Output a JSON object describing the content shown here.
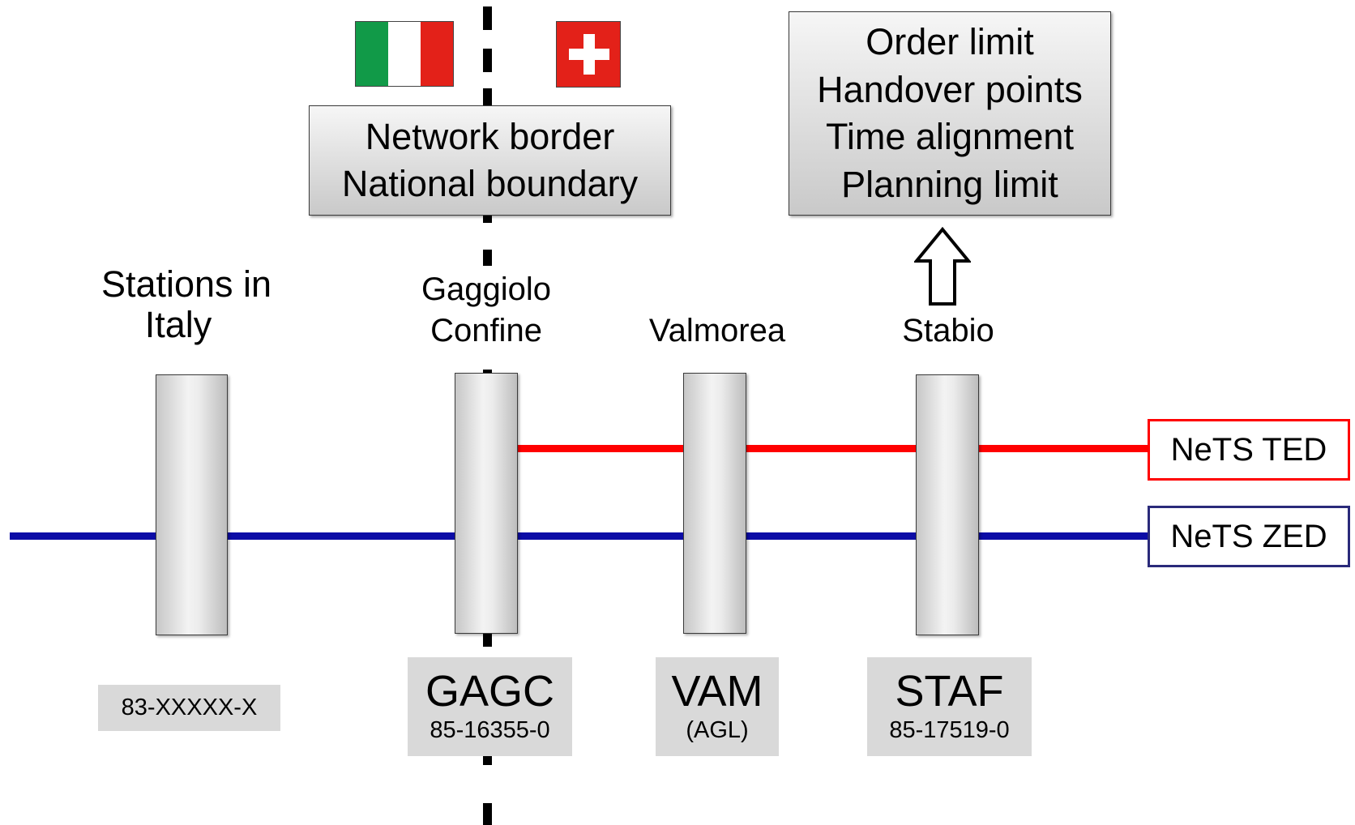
{
  "network_box": {
    "lines": [
      "Network border",
      "National boundary"
    ]
  },
  "limits_box": {
    "lines": [
      "Order limit",
      "Handover points",
      "Time alignment",
      "Planning limit"
    ]
  },
  "flags": [
    "italy-flag",
    "switzerland-flag"
  ],
  "stations": [
    {
      "name_lines": [
        "Stations in",
        "Italy"
      ],
      "code": "",
      "number": "83-XXXXX-X"
    },
    {
      "name_lines": [
        "Gaggiolo",
        "Confine"
      ],
      "code": "GAGC",
      "number": "85-16355-0"
    },
    {
      "name_lines": [
        "Valmorea"
      ],
      "code": "VAM",
      "number": "(AGL)"
    },
    {
      "name_lines": [
        "Stabio"
      ],
      "code": "STAF",
      "number": "85-17519-0"
    }
  ],
  "systems": [
    {
      "label": "NeTS TED",
      "color": "#ff0000"
    },
    {
      "label": "NeTS ZED",
      "color": "#0c0ca6"
    }
  ]
}
